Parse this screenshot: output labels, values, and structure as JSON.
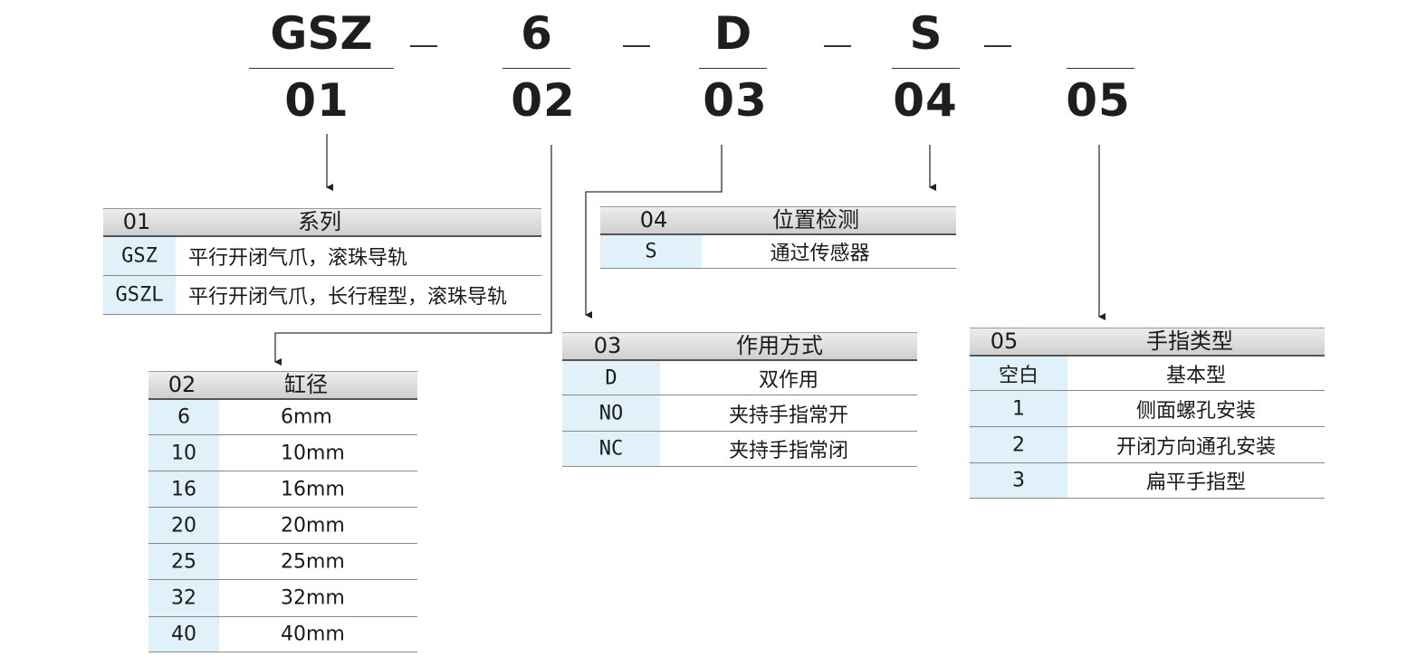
{
  "codes": [
    "GSZ",
    "6",
    "D",
    "S",
    ""
  ],
  "positions": [
    "01",
    "02",
    "03",
    "04",
    "05"
  ],
  "tables": {
    "series": {
      "num": "01",
      "title": "系列",
      "rows": [
        {
          "code": "GSZ",
          "desc": "平行开闭气爪，滚珠导轨"
        },
        {
          "code": "GSZL",
          "desc": "平行开闭气爪，长行程型，滚珠导轨"
        }
      ]
    },
    "bore": {
      "num": "02",
      "title": "缸径",
      "rows": [
        {
          "code": "6",
          "desc": "6mm"
        },
        {
          "code": "10",
          "desc": "10mm"
        },
        {
          "code": "16",
          "desc": "16mm"
        },
        {
          "code": "20",
          "desc": "20mm"
        },
        {
          "code": "25",
          "desc": "25mm"
        },
        {
          "code": "32",
          "desc": "32mm"
        },
        {
          "code": "40",
          "desc": "40mm"
        }
      ]
    },
    "action": {
      "num": "03",
      "title": "作用方式",
      "rows": [
        {
          "code": "D",
          "desc": "双作用"
        },
        {
          "code": "NO",
          "desc": "夹持手指常开"
        },
        {
          "code": "NC",
          "desc": "夹持手指常闭"
        }
      ]
    },
    "sensor": {
      "num": "04",
      "title": "位置检测",
      "rows": [
        {
          "code": "S",
          "desc": "通过传感器"
        }
      ]
    },
    "finger": {
      "num": "05",
      "title": "手指类型",
      "rows": [
        {
          "code": "空白",
          "desc": "基本型"
        },
        {
          "code": "1",
          "desc": "侧面螺孔安装"
        },
        {
          "code": "2",
          "desc": "开闭方向通孔安装"
        },
        {
          "code": "3",
          "desc": "扁平手指型"
        }
      ]
    }
  }
}
